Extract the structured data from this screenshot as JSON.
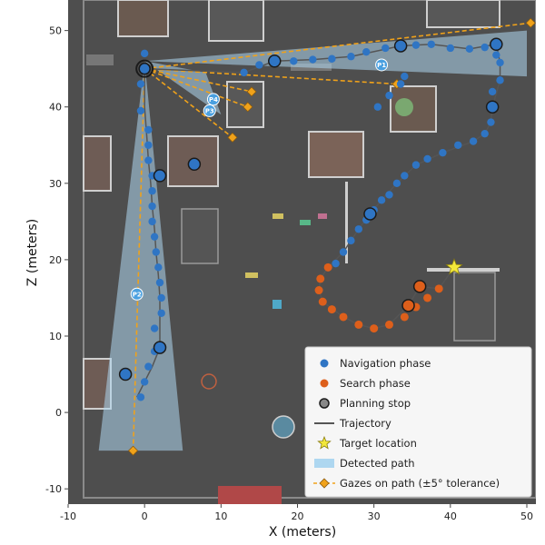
{
  "chart_data": {
    "type": "scatter",
    "title": "",
    "xlabel": "X (meters)",
    "ylabel": "Z (meters)",
    "xlim": [
      -10,
      50
    ],
    "ylim": [
      -12,
      54
    ],
    "xticks": [
      -10,
      0,
      10,
      20,
      30,
      40,
      50
    ],
    "yticks": [
      -10,
      0,
      10,
      20,
      30,
      40,
      50
    ],
    "xtick_labels": [
      "-10",
      "0",
      "10",
      "20",
      "30",
      "40",
      "50"
    ],
    "ytick_labels": [
      "-10",
      "0",
      "10",
      "20",
      "30",
      "40",
      "50"
    ],
    "background": "floor plan image",
    "legend_position": "lower-right",
    "colors": {
      "navigation": "#2f75c4",
      "search": "#dd5f1b",
      "planning_edge": "#1b1b1b",
      "trajectory": "#555555",
      "target": "#f3e83a",
      "detected_path": "#aed7f0",
      "gaze": "#f0a21a",
      "floor": "#4e4e4e"
    },
    "legend": [
      {
        "label": "Navigation phase",
        "marker": "dot-blue"
      },
      {
        "label": "Search phase",
        "marker": "dot-orange"
      },
      {
        "label": "Planning stop",
        "marker": "ring-gray"
      },
      {
        "label": "Trajectory",
        "marker": "line-gray"
      },
      {
        "label": "Target location",
        "marker": "star-yellow"
      },
      {
        "label": "Detected path",
        "marker": "rect-lightblue"
      },
      {
        "label": "Gazes on path (±5° tolerance)",
        "marker": "dashed-diamond-orange"
      }
    ],
    "navigation": [
      [
        0,
        47
      ],
      [
        0,
        45
      ],
      [
        -0.5,
        43
      ],
      [
        -0.5,
        39.5
      ],
      [
        0.5,
        37
      ],
      [
        0.5,
        35
      ],
      [
        0.5,
        33
      ],
      [
        1,
        31
      ],
      [
        1,
        29
      ],
      [
        1,
        27
      ],
      [
        1,
        25
      ],
      [
        1.3,
        23
      ],
      [
        1.5,
        21
      ],
      [
        1.8,
        19
      ],
      [
        2,
        17
      ],
      [
        2.2,
        15
      ],
      [
        2.2,
        13
      ],
      [
        1.3,
        11
      ],
      [
        1.3,
        8
      ],
      [
        0.5,
        6
      ],
      [
        0,
        4
      ],
      [
        -0.5,
        2
      ],
      [
        13,
        44.5
      ],
      [
        15,
        45.5
      ],
      [
        17,
        46
      ],
      [
        19.5,
        46
      ],
      [
        22,
        46.2
      ],
      [
        24.5,
        46.3
      ],
      [
        27,
        46.6
      ],
      [
        29,
        47.2
      ],
      [
        31.5,
        47.7
      ],
      [
        33.5,
        48
      ],
      [
        35.5,
        48.1
      ],
      [
        37.5,
        48.2
      ],
      [
        40,
        47.7
      ],
      [
        42.5,
        47.6
      ],
      [
        44.5,
        47.8
      ],
      [
        46,
        46.8
      ],
      [
        46.5,
        45.8
      ],
      [
        46.5,
        43.5
      ],
      [
        45.5,
        42
      ],
      [
        45.5,
        40
      ],
      [
        45.3,
        38
      ],
      [
        44.5,
        36.5
      ],
      [
        43,
        35.5
      ],
      [
        41,
        35
      ],
      [
        39,
        34
      ],
      [
        37,
        33.2
      ],
      [
        35.5,
        32.4
      ],
      [
        34,
        31
      ],
      [
        33,
        30
      ],
      [
        32,
        28.5
      ],
      [
        31,
        27.8
      ],
      [
        30,
        26.5
      ],
      [
        29,
        25.2
      ],
      [
        28,
        24
      ],
      [
        27,
        22.5
      ],
      [
        26,
        21
      ],
      [
        25,
        19.5
      ],
      [
        34,
        44
      ],
      [
        33.5,
        43
      ],
      [
        32,
        41.5
      ],
      [
        30.5,
        40
      ]
    ],
    "search": [
      [
        24,
        19
      ],
      [
        23,
        17.5
      ],
      [
        22.8,
        16
      ],
      [
        23.3,
        14.5
      ],
      [
        24.5,
        13.5
      ],
      [
        26,
        12.5
      ],
      [
        28,
        11.5
      ],
      [
        30,
        11
      ],
      [
        32,
        11.5
      ],
      [
        34,
        12.5
      ],
      [
        35.5,
        13.8
      ],
      [
        37,
        15
      ],
      [
        38.5,
        16.2
      ]
    ],
    "planning_stops_nav": [
      [
        17,
        46
      ],
      [
        33.5,
        48
      ],
      [
        46,
        48.2
      ],
      [
        45.5,
        40
      ],
      [
        29.5,
        26
      ],
      [
        6.5,
        32.5
      ],
      [
        2,
        31
      ],
      [
        2,
        8.5
      ],
      [
        -2.5,
        5
      ]
    ],
    "planning_stops_search": [
      [
        34.5,
        14
      ],
      [
        36,
        16.5
      ]
    ],
    "start_stop": [
      0,
      45
    ],
    "trajectory": [
      [
        0,
        45
      ],
      [
        0,
        43
      ],
      [
        0,
        40
      ],
      [
        0.3,
        36
      ],
      [
        0.5,
        33
      ],
      [
        0.8,
        30
      ],
      [
        1,
        27
      ],
      [
        1.3,
        24
      ],
      [
        1.5,
        21
      ],
      [
        1.8,
        18
      ],
      [
        2,
        15
      ],
      [
        2,
        12
      ],
      [
        2,
        10
      ],
      [
        2,
        8.5
      ],
      [
        1,
        6
      ],
      [
        0,
        4
      ],
      [
        -1,
        2
      ],
      [
        0,
        45
      ],
      [
        13,
        44.5
      ],
      [
        17,
        46
      ],
      [
        22,
        46.2
      ],
      [
        27,
        46.6
      ],
      [
        33.5,
        48
      ],
      [
        37.5,
        48.2
      ],
      [
        42.5,
        47.6
      ],
      [
        46,
        48.2
      ],
      [
        46.5,
        45.8
      ],
      [
        46.5,
        43.5
      ],
      [
        45.5,
        40
      ],
      [
        45.3,
        38
      ],
      [
        44.5,
        36.5
      ],
      [
        43,
        35.5
      ],
      [
        39,
        34
      ],
      [
        35.5,
        32.4
      ],
      [
        33,
        30
      ],
      [
        31,
        27.8
      ],
      [
        29.5,
        26
      ],
      [
        28,
        24
      ],
      [
        26,
        21
      ],
      [
        24,
        19
      ],
      [
        23,
        17.5
      ],
      [
        22.8,
        16
      ],
      [
        23.3,
        14.5
      ],
      [
        26,
        12.5
      ],
      [
        28,
        11.5
      ],
      [
        30,
        11
      ],
      [
        32,
        11.5
      ],
      [
        34.5,
        14
      ],
      [
        36,
        16.5
      ],
      [
        38.5,
        16.2
      ],
      [
        40.5,
        19
      ]
    ],
    "target": [
      40.5,
      19
    ],
    "gazes": [
      {
        "to": [
          50.5,
          51
        ]
      },
      {
        "to": [
          33,
          43
        ]
      },
      {
        "to": [
          14,
          42
        ]
      },
      {
        "to": [
          13.5,
          40
        ]
      },
      {
        "to": [
          11.5,
          36
        ]
      },
      {
        "to": [
          -1.5,
          -5
        ]
      }
    ],
    "detected_paths": [
      [
        [
          0,
          46
        ],
        [
          10,
          39
        ],
        [
          8,
          44.5
        ]
      ],
      [
        [
          0,
          46
        ],
        [
          5,
          -5
        ],
        [
          -6,
          -5
        ]
      ],
      [
        [
          0,
          46
        ],
        [
          50,
          50
        ],
        [
          50,
          44
        ]
      ]
    ],
    "path_labels": [
      {
        "text": "P1",
        "at": [
          31,
          45.5
        ]
      },
      {
        "text": "P2",
        "at": [
          -1,
          15.5
        ]
      },
      {
        "text": "P3",
        "at": [
          8.5,
          39.5
        ]
      },
      {
        "text": "P4",
        "at": [
          9,
          41
        ]
      }
    ]
  }
}
